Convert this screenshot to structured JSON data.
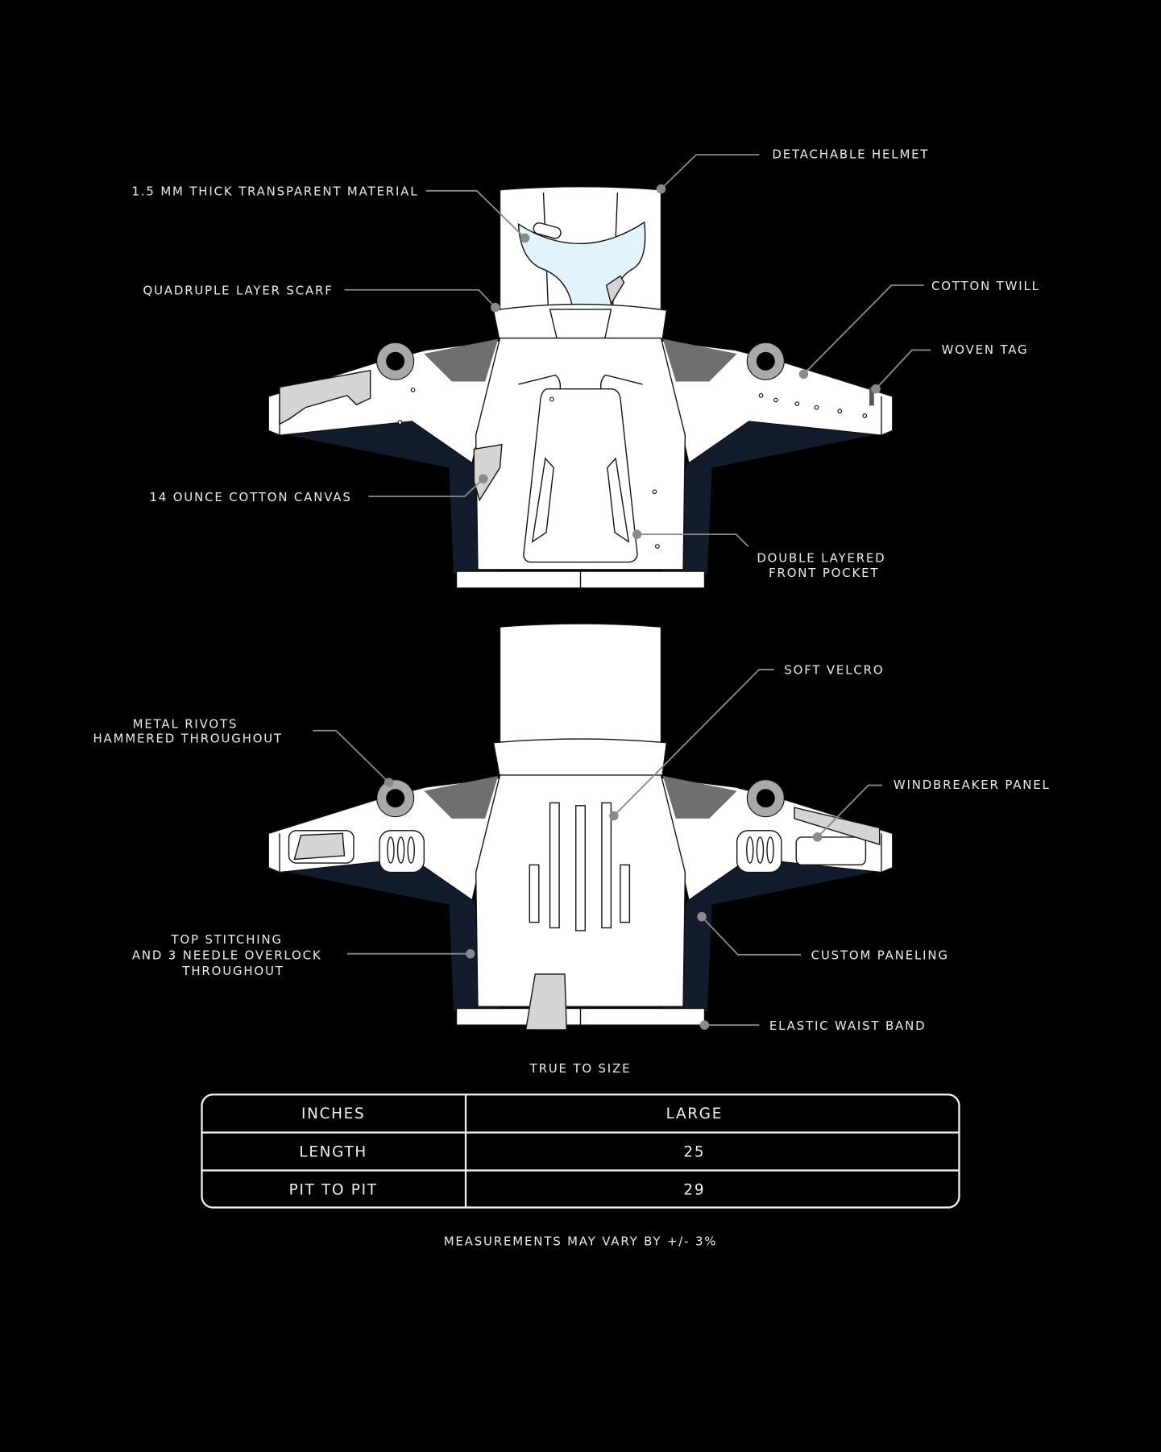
{
  "front_callouts": {
    "detachable_helmet": "DETACHABLE HELMET",
    "transparent_material": "1.5 MM THICK TRANSPARENT MATERIAL",
    "scarf": "QUADRUPLE LAYER SCARF",
    "cotton_twill": "COTTON TWILL",
    "woven_tag": "WOVEN TAG",
    "cotton_canvas": "14 OUNCE COTTON CANVAS",
    "front_pocket": [
      "DOUBLE LAYERED",
      "FRONT POCKET"
    ]
  },
  "back_callouts": {
    "soft_velcro": "SOFT VELCRO",
    "metal_rivots": [
      "METAL RIVOTS",
      "HAMMERED THROUGHOUT"
    ],
    "windbreaker_panel": "WINDBREAKER PANEL",
    "top_stitching": [
      "TOP STITCHING",
      "AND 3 NEEDLE OVERLOCK",
      "THROUGHOUT"
    ],
    "custom_paneling": "CUSTOM PANELING",
    "elastic_waist_band": "ELASTIC WAIST BAND"
  },
  "size_chart": {
    "title": "TRUE TO SIZE",
    "headers": [
      "INCHES",
      "LARGE"
    ],
    "rows": [
      [
        "LENGTH",
        "25"
      ],
      [
        "PIT TO PIT",
        "29"
      ]
    ],
    "footnote": "MEASUREMENTS MAY VARY BY +/- 3%"
  },
  "colors": {
    "background": "#000000",
    "navy_panel": "#121c2c",
    "shoulder_pad": "#6f6f6f",
    "visor": "#e1f4fb",
    "leader": "#8a8a8a"
  }
}
